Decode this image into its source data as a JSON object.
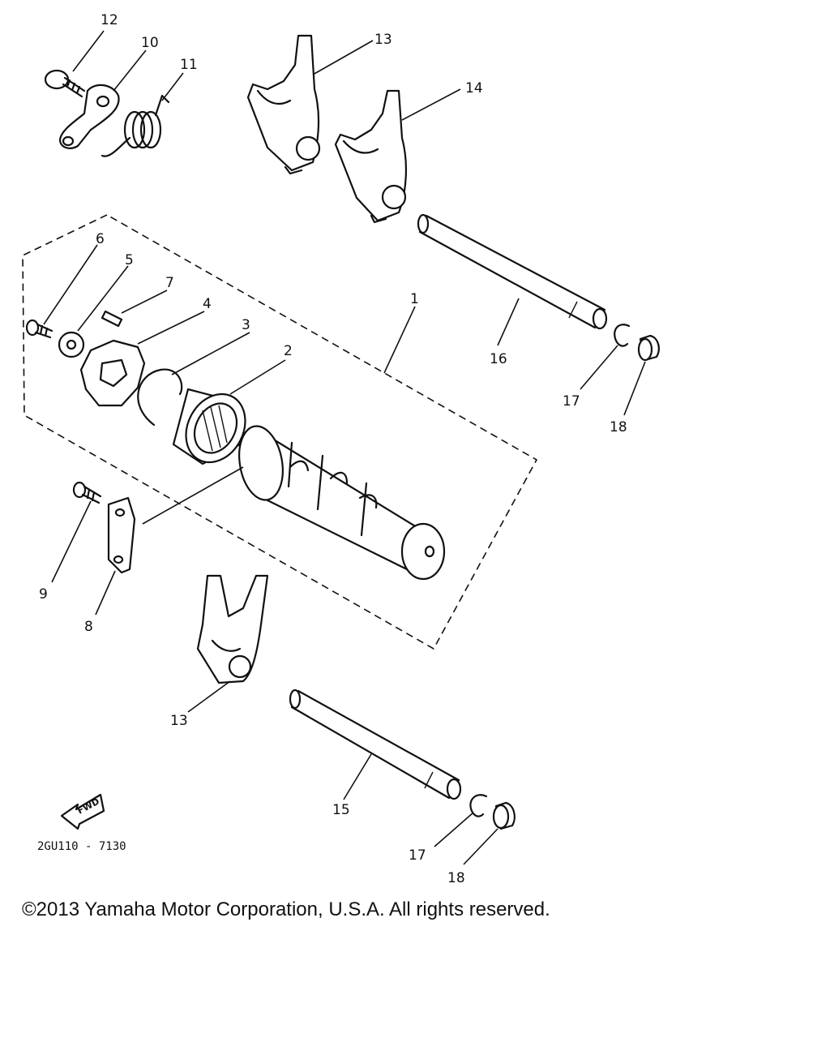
{
  "diagram": {
    "drawing_code": "2GU110 - 7130",
    "fwd_label": "FWD",
    "callouts": {
      "c1": "1",
      "c2": "2",
      "c3": "3",
      "c4": "4",
      "c5": "5",
      "c6": "6",
      "c7": "7",
      "c8": "8",
      "c9": "9",
      "c10": "10",
      "c11": "11",
      "c12": "12",
      "c13a": "13",
      "c13b": "13",
      "c14": "14",
      "c15": "15",
      "c16": "16",
      "c17a": "17",
      "c17b": "17",
      "c18a": "18",
      "c18b": "18"
    }
  },
  "footer": {
    "copyright": "©2013 Yamaha Motor Corporation, U.S.A. All rights reserved."
  }
}
